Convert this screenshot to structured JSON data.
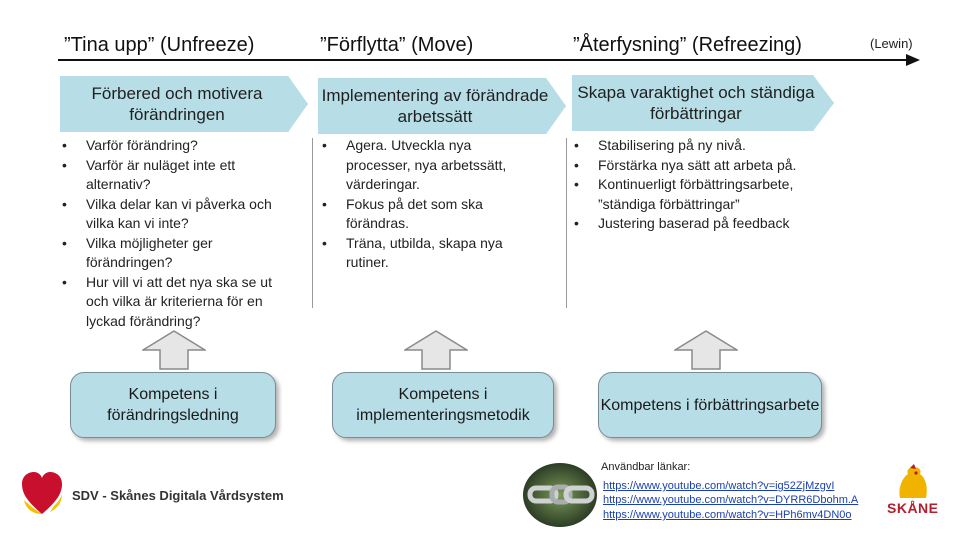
{
  "phases": [
    {
      "title": "”Tina upp” (Unfreeze)",
      "banner": "Förbered och motivera förändringen",
      "bullets": [
        "Varför förändring?",
        "Varför är nuläget inte ett alternativ?",
        "Vilka delar kan vi påverka och vilka kan vi inte?",
        "Vilka möjligheter ger förändringen?",
        "Hur vill vi att det nya ska se ut och vilka är kriterierna för en lyckad förändring?"
      ],
      "competence": "Kompetens i förändringsledning"
    },
    {
      "title": "”Förflytta” (Move)",
      "banner": "Implementering av förändrade arbetssätt",
      "bullets": [
        "Agera. Utveckla nya processer, nya arbetssätt, värderingar.",
        "Fokus på det som ska förändras.",
        "Träna, utbilda, skapa nya rutiner."
      ],
      "competence": "Kompetens i implementeringsmetodik"
    },
    {
      "title": "”Återfysning” (Refreezing)",
      "banner": "Skapa varaktighet och ständiga förbättringar",
      "bullets": [
        "Stabilisering på ny nivå.",
        "Förstärka nya sätt att arbeta på.",
        "Kontinuerligt förbättringsarbete, ”ständiga förbättringar”",
        "Justering baserad på feedback"
      ],
      "competence": "Kompetens i förbättringsarbete"
    }
  ],
  "lewin": "(Lewin)",
  "links": {
    "title": "Användbar länkar:",
    "items": [
      "https://www.youtube.com/watch?v=ig52ZjMzgvI",
      "https://www.youtube.com/watch?v=DYRR6Dbohm.A",
      "https://www.youtube.com/watch?v=HPh6mv4DN0o"
    ]
  },
  "logos": {
    "sdv_text": "SDV - Skånes Digitala Vårdsystem",
    "skane_text": "SKÅNE",
    "colors": {
      "heart_red": "#c8102e",
      "heart_yellow": "#f2c100",
      "skane_red": "#b21f2a",
      "skane_yellow": "#f0b400"
    }
  },
  "colors": {
    "banner": "#b7dde6",
    "text": "#1a1a1a",
    "link": "#1a3fb0"
  }
}
